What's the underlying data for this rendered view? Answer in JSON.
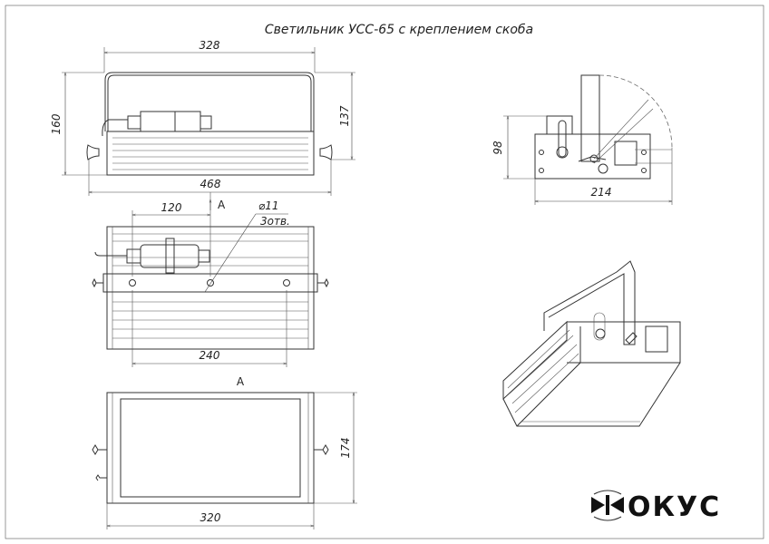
{
  "title": "Светильник УСС-65 с креплением скоба",
  "front_view": {
    "dim_width_bracket": "328",
    "dim_height": "160",
    "dim_height_body": "137",
    "dim_total_width": "468"
  },
  "top_view": {
    "section_label": "A",
    "dim_hole_offset": "120",
    "hole_diameter": "⌀11",
    "hole_count": "3отв.",
    "dim_hole_spacing": "240"
  },
  "section_view": {
    "label": "A",
    "dim_height": "174",
    "dim_width": "320"
  },
  "side_view": {
    "dim_height": "98",
    "dim_width": "214"
  },
  "logo": {
    "text": "ФОКУС"
  }
}
